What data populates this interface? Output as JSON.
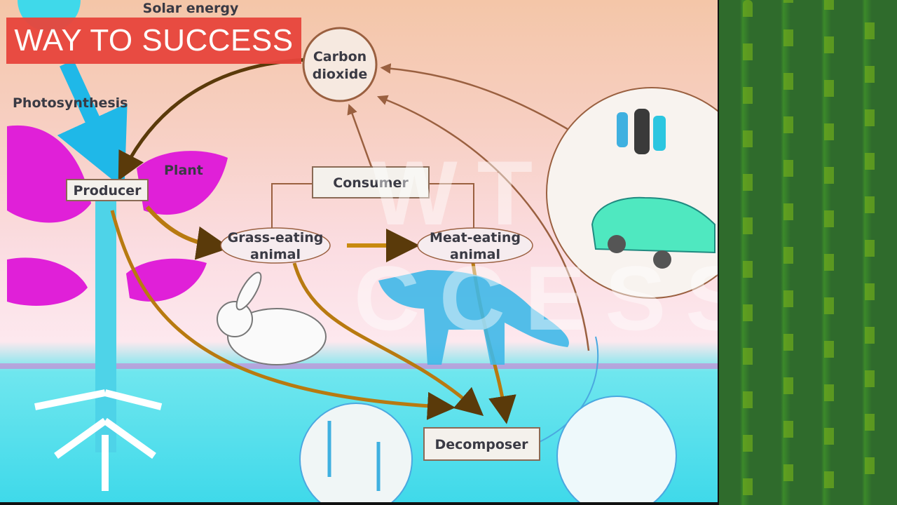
{
  "banner": {
    "title": "WAY TO SUCCESS"
  },
  "diagram": {
    "solar_energy": "Solar energy",
    "photosynthesis": "Photosynthesis",
    "carbon_dioxide": [
      "Carbon",
      "dioxide"
    ],
    "plant": "Plant",
    "producer": "Producer",
    "consumer": "Consumer",
    "grass_eating": [
      "Grass-eating",
      "animal"
    ],
    "meat_eating": [
      "Meat-eating",
      "animal"
    ],
    "decomposer": "Decomposer"
  },
  "watermark": {
    "line1": "WT",
    "line2": "CCESS"
  },
  "colors": {
    "banner": "#e8453c",
    "leaf": "#e020d8",
    "arrow": "#6b4a10",
    "water": "#3fd9ea",
    "matrix": "#2f6b2c"
  }
}
